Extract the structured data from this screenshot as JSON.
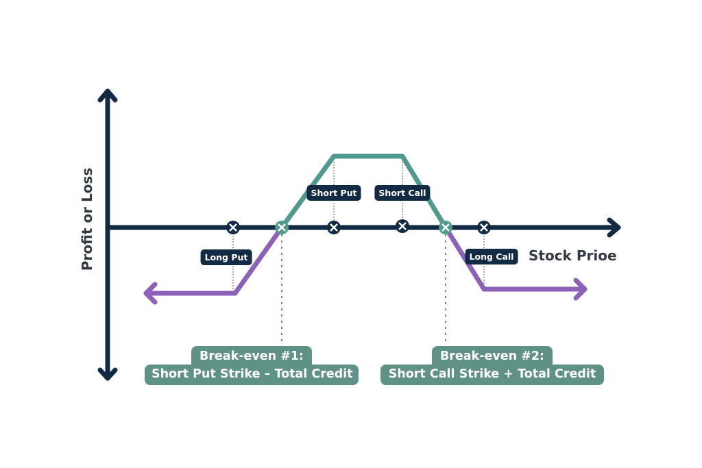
{
  "diagram": {
    "title": "Iron Condor Payoff Diagram",
    "y_axis_label": "Profit or Loss",
    "x_axis_label": "Stock Prioe",
    "colors": {
      "axis": "#132a45",
      "profit_line": "#4f9a8c",
      "loss_line": "#8c62b8",
      "breakeven_box": "#5f9186",
      "tag_bg": "#132a45"
    },
    "strikes": [
      {
        "id": "long-put",
        "label": "Long Put"
      },
      {
        "id": "short-put",
        "label": "Short Put"
      },
      {
        "id": "short-call",
        "label": "Short Call"
      },
      {
        "id": "long-call",
        "label": "Long Call"
      }
    ],
    "breakevens": [
      {
        "title": "Break-even #1:",
        "formula": "Short Put Strike – Total Credit"
      },
      {
        "title": "Break-even #2:",
        "formula": "Short Call Strike + Total Credit"
      }
    ]
  }
}
